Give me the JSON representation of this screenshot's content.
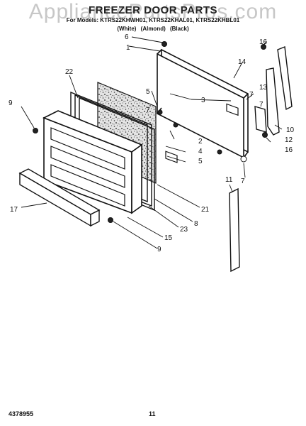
{
  "header": {
    "watermark": "AppliancePartsPros.com",
    "title": "FREEZER DOOR PARTS",
    "models_line": "For Models: KTRS22KHWH01, KTRS22KHAL01, KTRS22KHBL01",
    "colors_line": "(White)  (Almond)  (Black)"
  },
  "footer": {
    "part_number": "4378955",
    "page_number": "11"
  },
  "callouts": {
    "c1": "1",
    "c2": "2",
    "c3": "3",
    "c4": "4",
    "c5a": "5",
    "c5b": "5",
    "c6": "6",
    "c7a": "7",
    "c7b": "7",
    "c7c": "7",
    "c8": "8",
    "c9a": "9",
    "c9b": "9",
    "c10": "10",
    "c11": "11",
    "c12": "12",
    "c13": "13",
    "c14": "14",
    "c15": "15",
    "c16a": "16",
    "c16b": "16",
    "c17": "17",
    "c21": "21",
    "c22": "22",
    "c23": "23"
  }
}
